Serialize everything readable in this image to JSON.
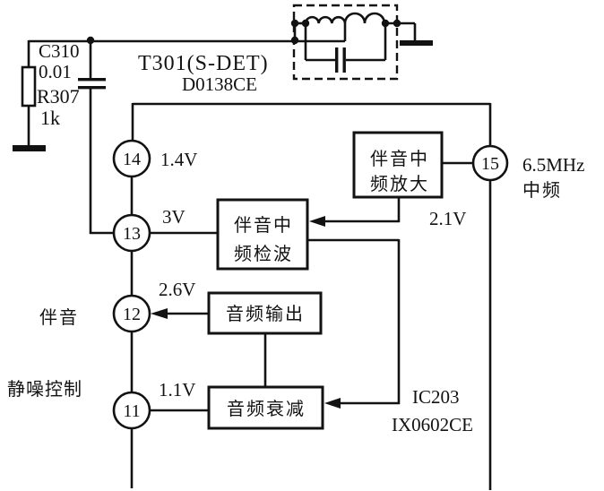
{
  "diagram": {
    "ink_color": "#121212",
    "bg_color": "#ffffff",
    "t301": {
      "ref": "T301(S-DET)",
      "part": "D0138CE"
    },
    "c310": {
      "ref": "C310",
      "value": "0.01"
    },
    "r307": {
      "ref": "R307",
      "value": "1k"
    },
    "ic": {
      "ref": "IC203",
      "part": "IX0602CE"
    },
    "pins": {
      "p14": {
        "num": "14",
        "volt": "1.4V"
      },
      "p13": {
        "num": "13",
        "volt": "3V"
      },
      "p12": {
        "num": "12",
        "volt": "2.6V"
      },
      "p11": {
        "num": "11",
        "volt": "1.1V"
      },
      "p15": {
        "num": "15",
        "volt": "2.1V"
      }
    },
    "blocks": {
      "sif_amp": {
        "line1": "伴音中",
        "line2": "频放大"
      },
      "sif_det": {
        "line1": "伴音中",
        "line2": "频检波"
      },
      "audio_out": {
        "label": "音频输出"
      },
      "audio_att": {
        "label": "音频衰减"
      }
    },
    "labels": {
      "freq": "6.5MHz",
      "if_band": "中频",
      "sound": "伴音",
      "squelch": "静噪控制"
    }
  }
}
